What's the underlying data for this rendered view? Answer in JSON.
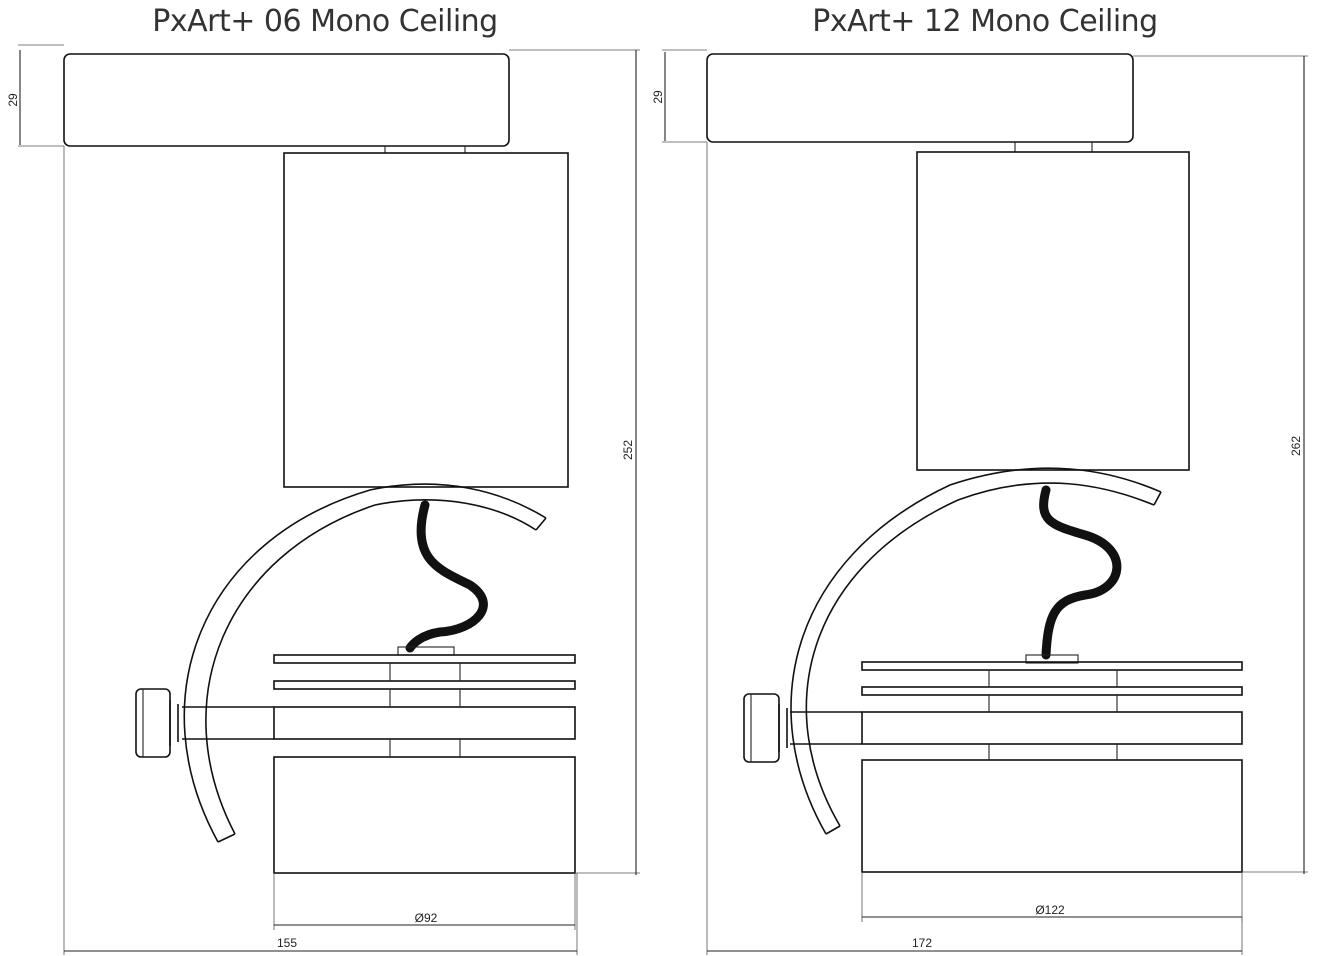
{
  "drawings": [
    {
      "title": "PxArt+ 06 Mono Ceiling",
      "dims": {
        "height_top": "29",
        "height_total": "252",
        "diameter": "Ø92",
        "width": "155"
      }
    },
    {
      "title": "PxArt+ 12 Mono Ceiling",
      "dims": {
        "height_top": "29",
        "height_total": "262",
        "diameter": "Ø122",
        "width": "172"
      }
    }
  ],
  "colors": {
    "line": "#111111",
    "text": "#333333",
    "background": "#ffffff"
  }
}
